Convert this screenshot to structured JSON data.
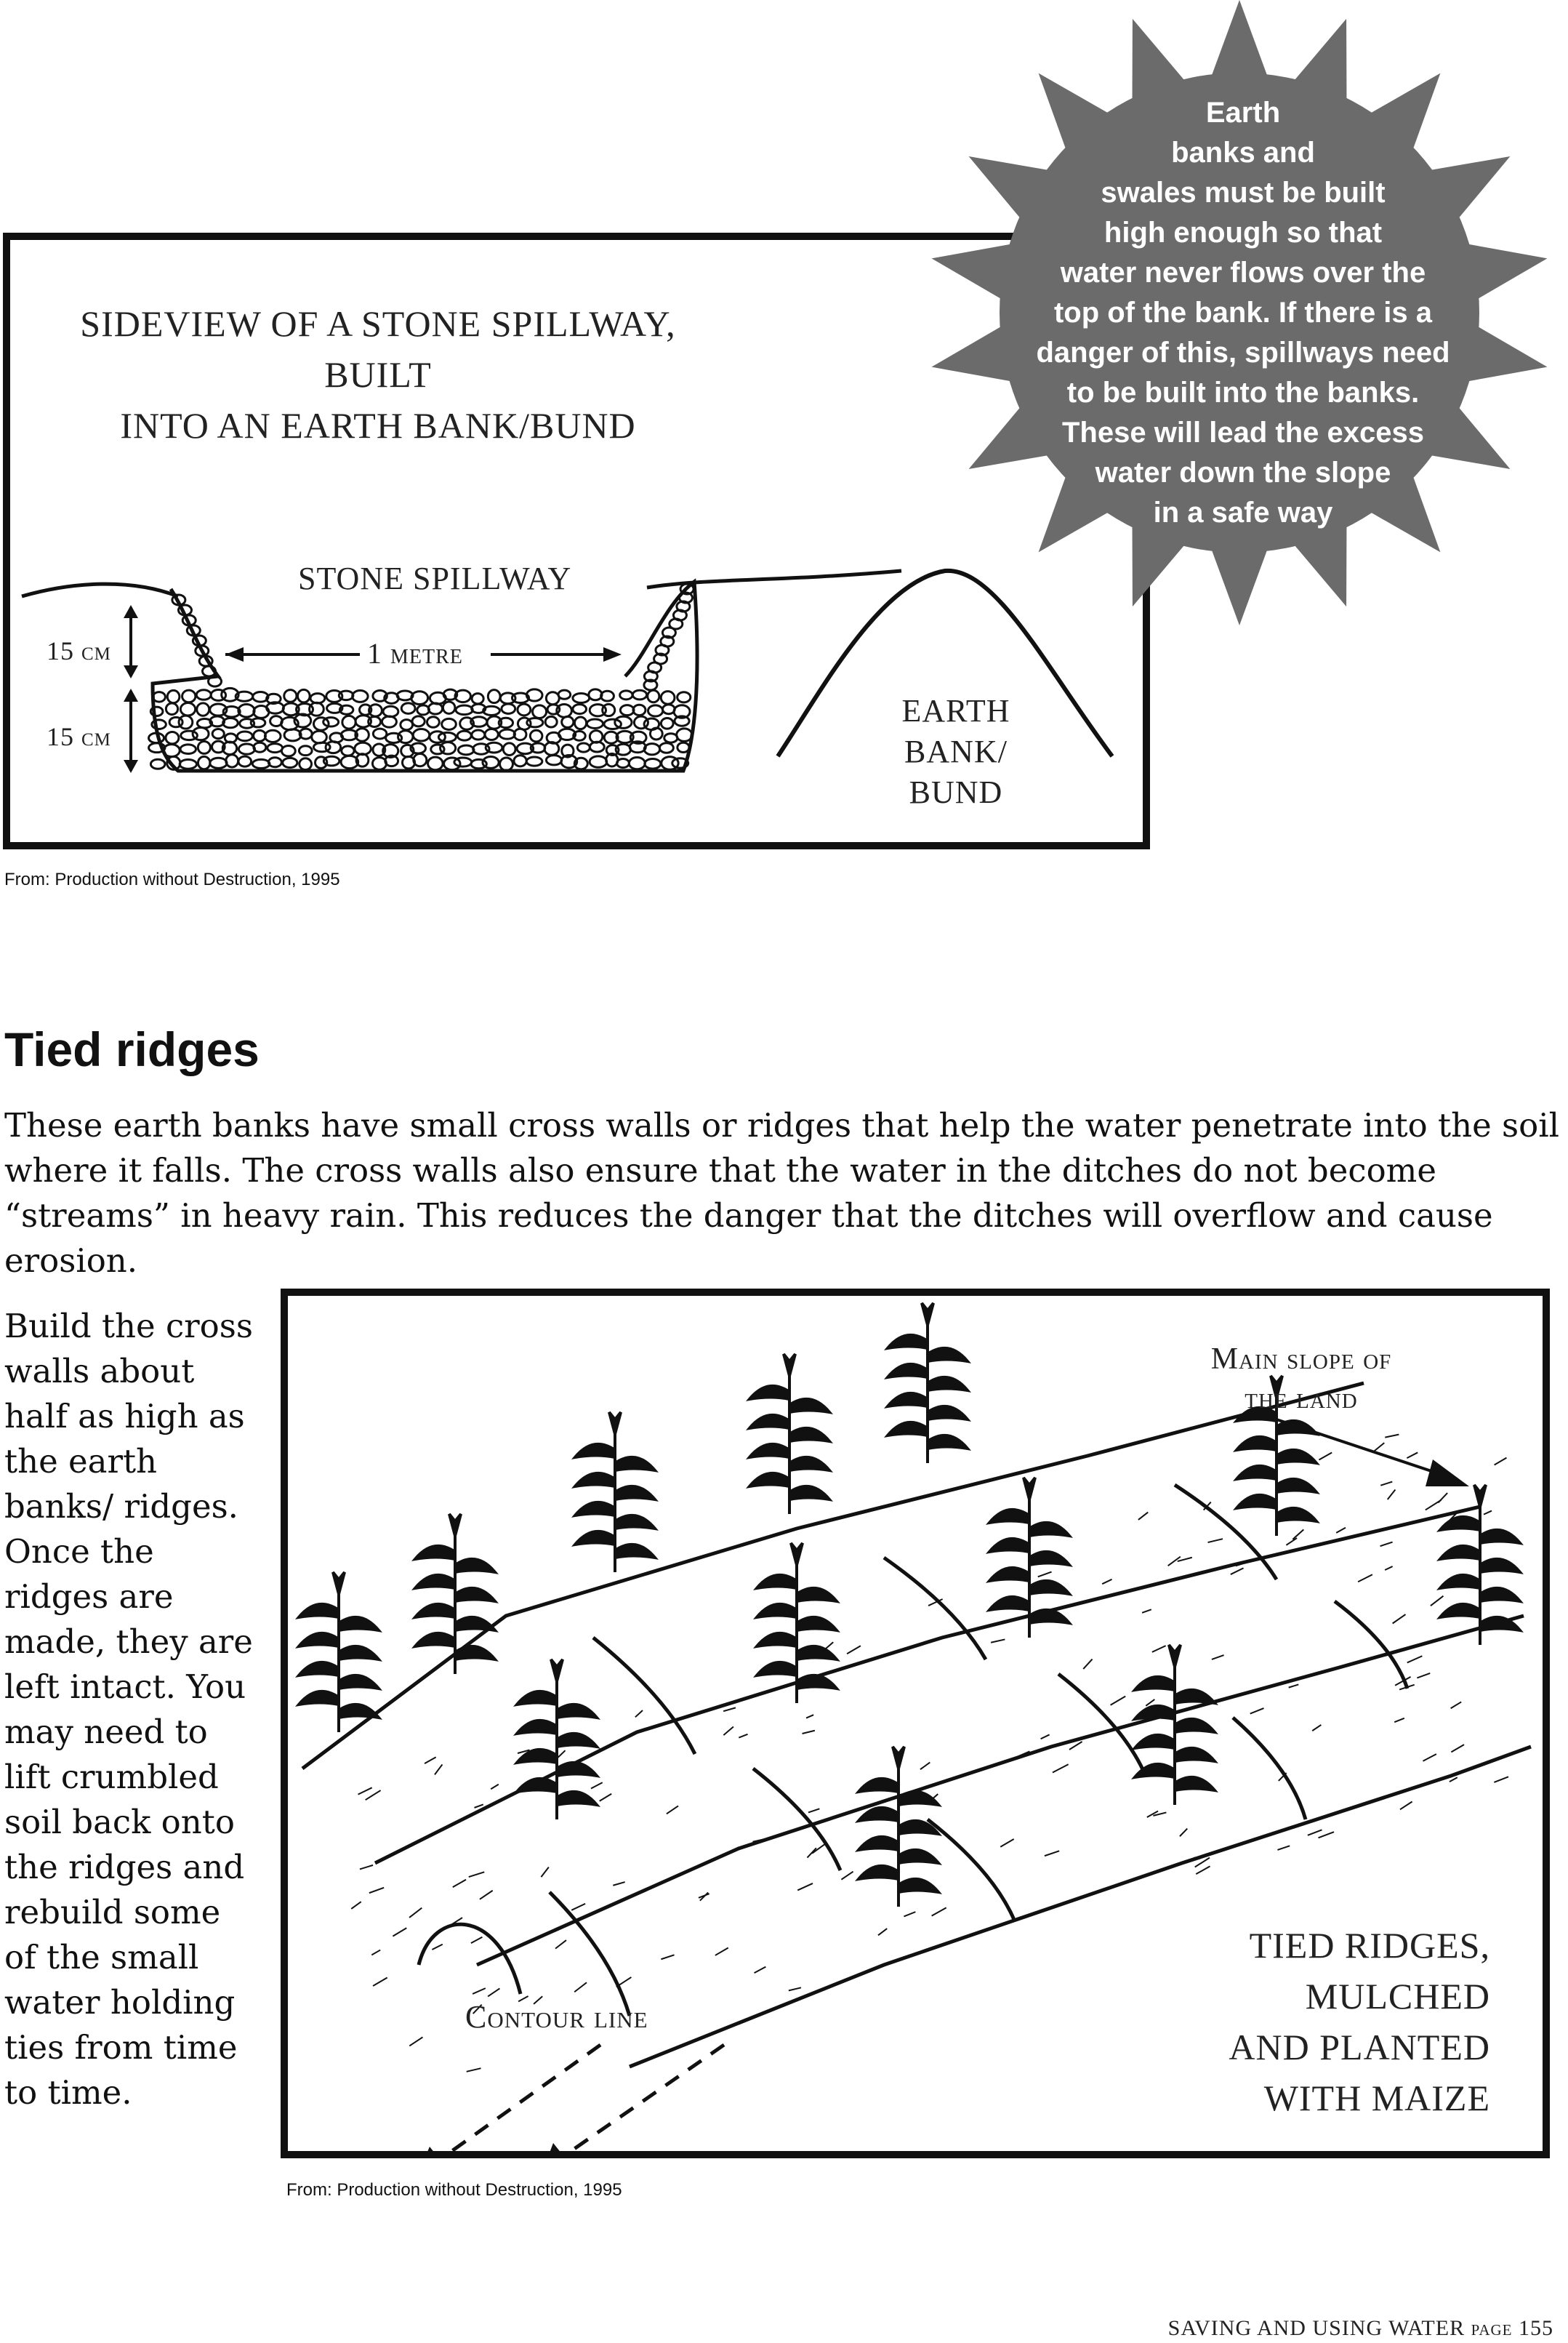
{
  "figure1": {
    "title_line1": "SIDEVIEW OF A STONE SPILLWAY, BUILT",
    "title_line2": "INTO AN EARTH BANK/BUND",
    "label_spillway": "STONE SPILLWAY",
    "label_width": "1 metre",
    "label_height_top": "15 cm",
    "label_height_bottom": "15 cm",
    "label_bank_line1": "EARTH BANK/",
    "label_bank_line2": "BUND",
    "source": "From: Production without Destruction, 1995"
  },
  "callout": {
    "lines": [
      "Earth",
      "banks and",
      "swales must be built",
      "high enough so that",
      "water never flows over the",
      "top of the bank. If there is a",
      "danger of this, spillways need",
      "to be built into the banks.",
      "These will lead the excess",
      "water down the slope",
      "in a safe way"
    ],
    "fill_color": "#6b6b6b"
  },
  "section": {
    "heading": "Tied ridges",
    "intro": "These earth banks have small cross walls or ridges that help the water penetrate into the soil where it falls. The cross walls also ensure that the water in the ditches do not become “streams” in heavy rain. This reduces the danger that the ditches will overflow and cause erosion.",
    "side_lines": [
      "Build the cross",
      "walls about",
      "half as high as",
      "the earth",
      "banks/ ridges.",
      "Once the",
      "ridges are",
      "made, they are",
      "left intact. You",
      "may need to",
      "lift crumbled",
      "soil back onto",
      "the ridges and",
      "rebuild some",
      "of the small",
      "water holding",
      "ties from time",
      "to time."
    ]
  },
  "figure2": {
    "label_slope_line1": "Main slope of",
    "label_slope_line2": "the land",
    "label_contour": "Contour line",
    "title_lines": [
      "TIED RIDGES,",
      "MULCHED",
      "AND PLANTED",
      "WITH MAIZE"
    ],
    "source": "From: Production without Destruction, 1995"
  },
  "footer": "SAVING AND USING WATER  page 155"
}
